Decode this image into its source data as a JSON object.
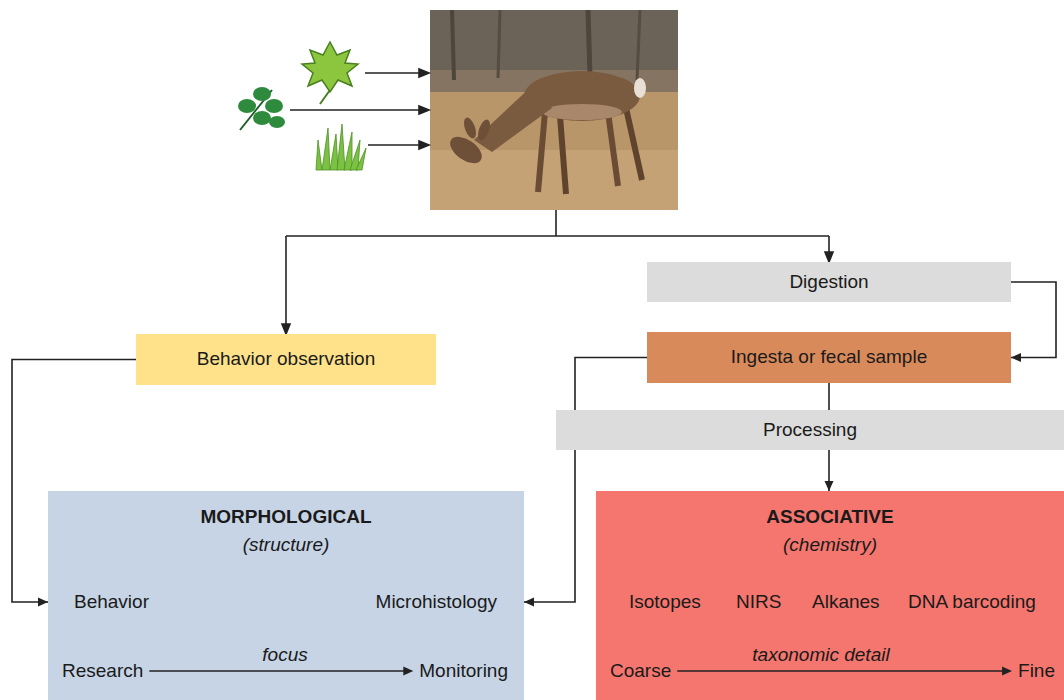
{
  "diagram": {
    "nodes": [
      {
        "text": [
          "Digestion"
        ]
      },
      {
        "text": [
          "Behavior observation"
        ]
      },
      {
        "text": [
          "Ingesta or fecal sample"
        ]
      },
      {
        "text": [
          "Processing"
        ]
      },
      {
        "text": [
          "MORPHOLOGICAL",
          "(structure)",
          "Behavior",
          "Microhistology",
          "Research",
          "focus",
          "Monitoring"
        ]
      },
      {
        "text": [
          "ASSOCIATIVE",
          "(chemistry)",
          "Isotopes",
          "NIRS",
          "Alkanes",
          "DNA barcoding",
          "Coarse",
          "taxonomic detail",
          "Fine"
        ]
      }
    ],
    "edges": [
      {
        "from": 0,
        "to": 2,
        "arrow": "to"
      },
      {
        "from": 1,
        "to": 4,
        "arrow": "to"
      },
      {
        "from": 2,
        "to": 4,
        "arrow": "to"
      },
      {
        "from": 2,
        "to": 3,
        "arrow": "none"
      },
      {
        "from": 3,
        "to": 5,
        "arrow": "to"
      }
    ]
  }
}
